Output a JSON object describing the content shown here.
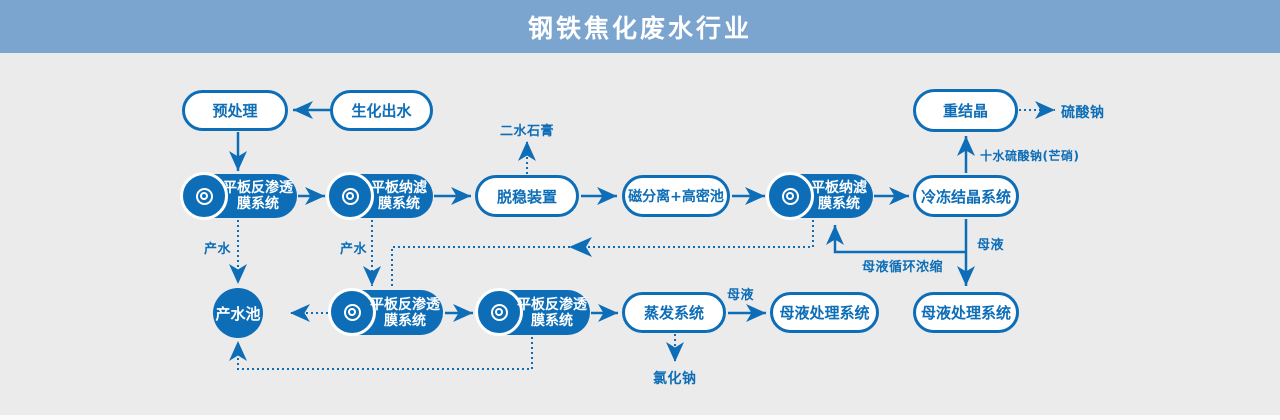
{
  "header": {
    "title": "钢铁焦化废水行业"
  },
  "colors": {
    "header_bg": "#7ba4ce",
    "diagram_bg": "#ebebeb",
    "primary_blue": "#0d6db7",
    "node_fill_white": "#ffffff"
  },
  "icons": {
    "membrane_disc": "double-circle-disc-icon"
  },
  "nodes": {
    "pretreatment": {
      "label": "预处理"
    },
    "bio_effluent": {
      "label": "生化出水"
    },
    "recrystallization": {
      "label": "重结晶"
    },
    "flat_ro_1": {
      "line1": "平板反渗透",
      "line2": "膜系统"
    },
    "flat_nf_1": {
      "line1": "平板纳滤",
      "line2": "膜系统"
    },
    "destabilization": {
      "label": "脱稳装置"
    },
    "magnetic_separation": {
      "label": "磁分离+高密池"
    },
    "flat_nf_2": {
      "line1": "平板纳滤",
      "line2": "膜系统"
    },
    "freeze_crystallization": {
      "label": "冷冻结晶系统"
    },
    "product_water_pool": {
      "label": "产水池"
    },
    "flat_ro_2": {
      "line1": "平板反渗透",
      "line2": "膜系统"
    },
    "flat_ro_3": {
      "line1": "平板反渗透",
      "line2": "膜系统"
    },
    "evaporation": {
      "label": "蒸发系统"
    },
    "mother_liquor_treatment_1": {
      "label": "母液处理系统"
    },
    "mother_liquor_treatment_2": {
      "label": "母液处理系统"
    }
  },
  "flow_labels": {
    "product_water_1": "产水",
    "product_water_2": "产水",
    "gypsum_dihydrate": "二水石膏",
    "sodium_sulfate": "硫酸钠",
    "glauber_salt": "十水硫酸钠(芒硝)",
    "mother_liquor_down": "母液",
    "mother_liquor_recycle": "母液循环浓缩",
    "mother_liquor_evap": "母液",
    "sodium_chloride": "氯化钠"
  }
}
